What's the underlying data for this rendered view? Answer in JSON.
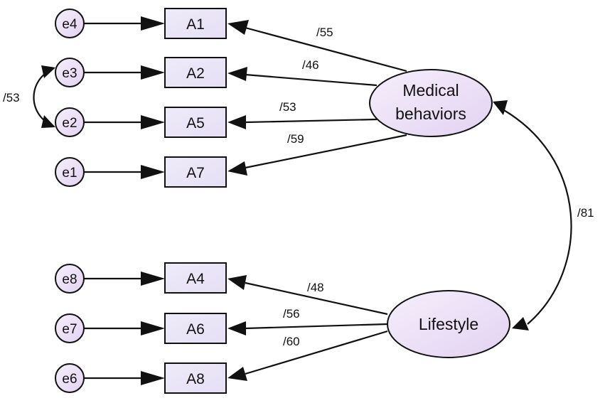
{
  "errors": [
    {
      "id": "e4",
      "label": "e4"
    },
    {
      "id": "e3",
      "label": "e3"
    },
    {
      "id": "e2",
      "label": "e2"
    },
    {
      "id": "e1",
      "label": "e1"
    },
    {
      "id": "e8",
      "label": "e8"
    },
    {
      "id": "e7",
      "label": "e7"
    },
    {
      "id": "e6",
      "label": "e6"
    }
  ],
  "indicators": [
    {
      "id": "A1",
      "label": "A1"
    },
    {
      "id": "A2",
      "label": "A2"
    },
    {
      "id": "A5",
      "label": "A5"
    },
    {
      "id": "A7",
      "label": "A7"
    },
    {
      "id": "A4",
      "label": "A4"
    },
    {
      "id": "A6",
      "label": "A6"
    },
    {
      "id": "A8",
      "label": "A8"
    }
  ],
  "factors": {
    "medical": {
      "line1": "Medical",
      "line2": "behaviors"
    },
    "lifestyle": {
      "label": "Lifestyle"
    }
  },
  "loadings": {
    "medical_A1": "/55",
    "medical_A2": "/46",
    "medical_A5": "/53",
    "medical_A7": "/59",
    "lifestyle_A4": "/48",
    "lifestyle_A6": "/56",
    "lifestyle_A8": "/60"
  },
  "covariances": {
    "e3_e2": "/53",
    "medical_lifestyle": "/81"
  },
  "colors": {
    "node_fill_light": "#f3ecfa",
    "node_fill_dark": "#e3d1f2",
    "box_fill": "#ece8f7",
    "stroke": "#111111"
  }
}
